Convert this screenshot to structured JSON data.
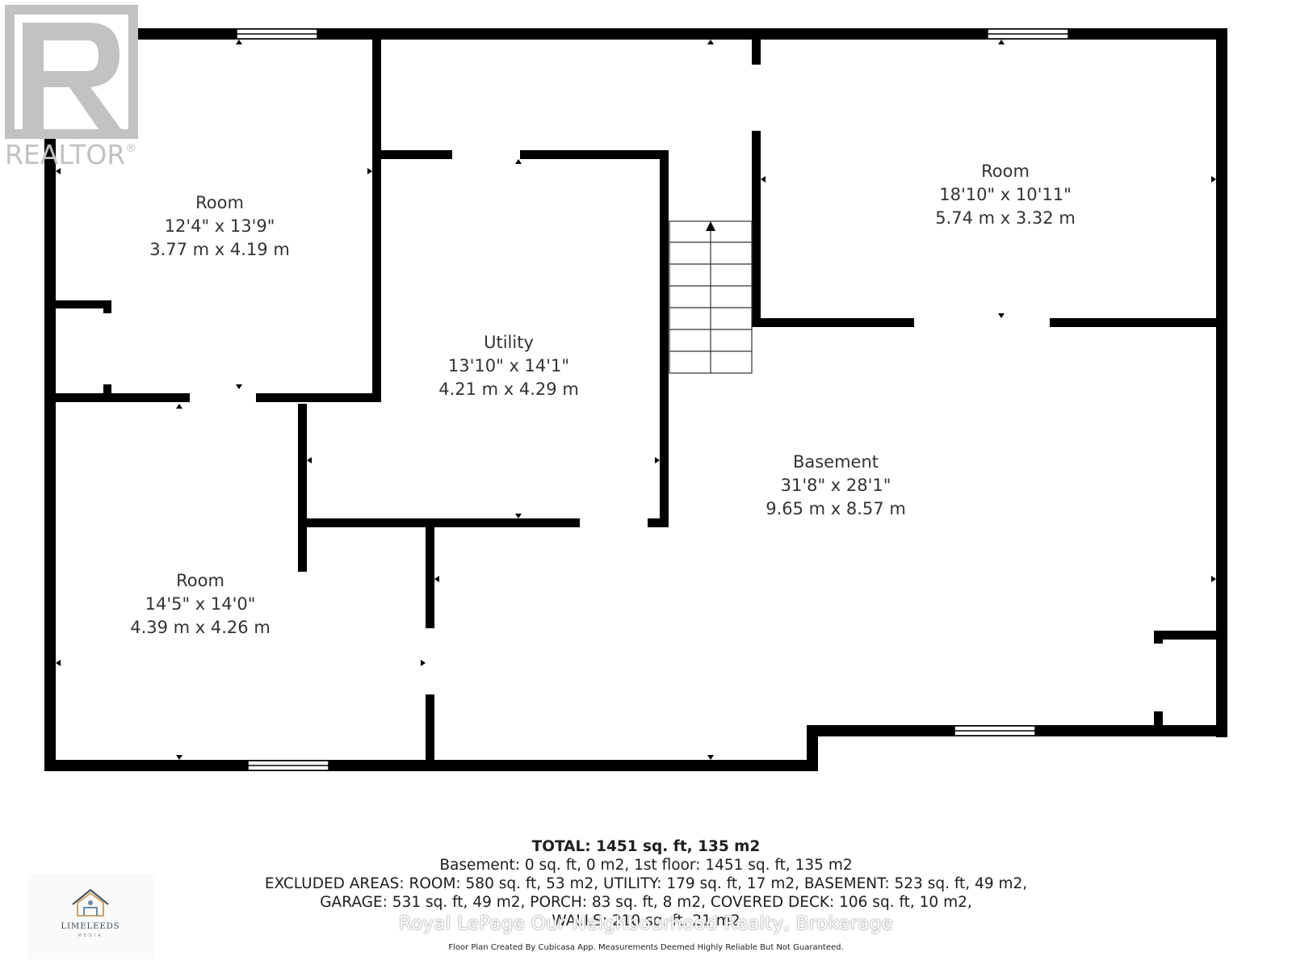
{
  "rooms": [
    {
      "id": "room-top-left",
      "name": "Room",
      "imperial": "12'4\" x 13'9\"",
      "metric": "3.77 m x 4.19 m"
    },
    {
      "id": "room-top-right",
      "name": "Room",
      "imperial": "18'10\" x 10'11\"",
      "metric": "5.74 m x 3.32 m"
    },
    {
      "id": "utility",
      "name": "Utility",
      "imperial": "13'10\" x 14'1\"",
      "metric": "4.21 m x 4.29 m"
    },
    {
      "id": "basement",
      "name": "Basement",
      "imperial": "31'8\" x 28'1\"",
      "metric": "9.65 m x 8.57 m"
    },
    {
      "id": "room-bottom-left",
      "name": "Room",
      "imperial": "14'5\" x 14'0\"",
      "metric": "4.39 m x 4.26 m"
    }
  ],
  "summary": {
    "total": "TOTAL: 1451 sq. ft, 135 m2",
    "lines": [
      "Basement: 0 sq. ft, 0 m2, 1st floor: 1451 sq. ft, 135 m2",
      "EXCLUDED AREAS: ROOM: 580 sq. ft, 53 m2, UTILITY: 179 sq. ft, 17 m2, BASEMENT: 523 sq. ft, 49 m2,",
      "GARAGE: 531 sq. ft, 49 m2, PORCH: 83 sq. ft, 8 m2, COVERED DECK: 106 sq. ft, 10 m2,",
      "WALLS: 210 sq. ft, 21 m2"
    ]
  },
  "watermark": "Royal LePage Our Neighbourhood Realty, Brokerage",
  "credit": "Floor Plan Created By Cubicasa App. Measurements Deemed Highly Reliable But Not Guaranteed.",
  "logos": {
    "realtor": "REALTOR",
    "realtor_mark": "®",
    "limeleeds": "LIMELEEDS",
    "limeleeds_sub": "MEDIA"
  },
  "colors": {
    "wall": "#000000",
    "logo_gray": "#c2c2c2"
  }
}
